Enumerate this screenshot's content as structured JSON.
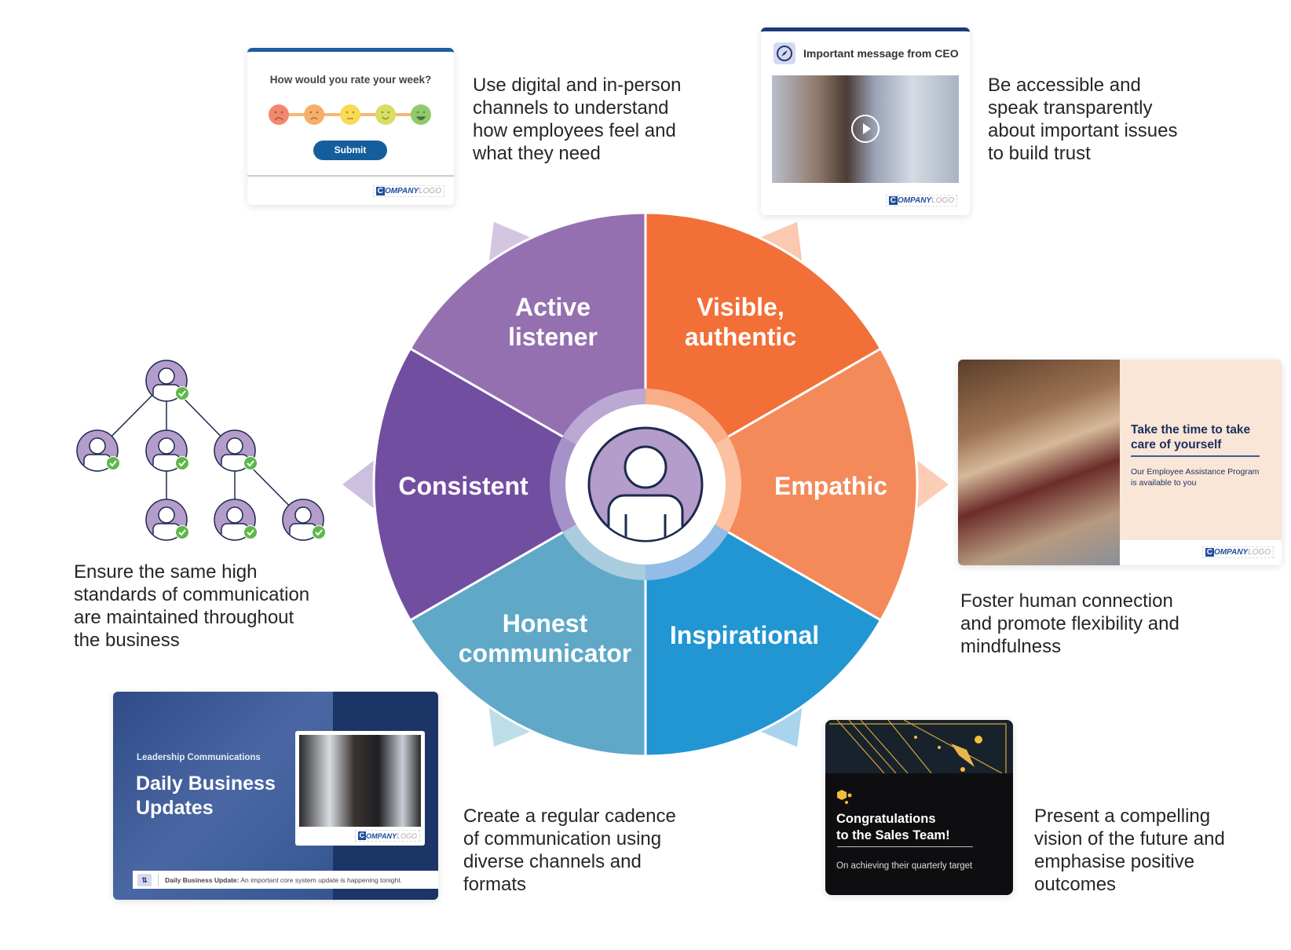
{
  "logo": {
    "part1": "C",
    "part2": "OMPANY",
    "part3": "LOGO"
  },
  "wheel": {
    "segments": [
      {
        "label": "Active\nlistener",
        "color": "#9470B1",
        "ring": "#BBA8D3",
        "pointer": "#D4C5E1"
      },
      {
        "label": "Visible,\nauthentic",
        "color": "#F26F38",
        "ring": "#F9AE87",
        "pointer": "#FBC8B0"
      },
      {
        "label": "Empathic",
        "color": "#F48A5A",
        "ring": "#FBC1A1",
        "pointer": "#FBCDB5"
      },
      {
        "label": "Inspirational",
        "color": "#2196D3",
        "ring": "#93BDE6",
        "pointer": "#A9D4EE"
      },
      {
        "label": "Honest\ncommunicator",
        "color": "#5FA8C8",
        "ring": "#A9CCDF",
        "pointer": "#BDDDE8"
      },
      {
        "label": "Consistent",
        "color": "#724EA0",
        "ring": "#A592C9",
        "pointer": "#CDBFDF"
      }
    ],
    "center_icon": "person-icon",
    "center_color": "#B49CCB",
    "outline_color": "#1B2A4E"
  },
  "descriptions": {
    "active_listener": "Use digital and in-person\nchannels to understand\nhow employees feel and\nwhat they need",
    "visible": "Be accessible and\nspeak transparently\nabout important issues\nto build trust",
    "consistent": "Ensure the same high\nstandards of communication\nare maintained throughout\nthe business",
    "empathic": "Foster human connection\nand promote flexibility and\nmindfulness",
    "honest": "Create a regular cadence\nof communication using\ndiverse channels and\nformats",
    "inspirational": "Present a compelling\nvision of the future and\nemphasise positive\noutcomes"
  },
  "survey_card": {
    "question": "How would you rate your week?",
    "ratings": [
      "very-sad-face-icon",
      "sad-face-icon",
      "neutral-face-icon",
      "smile-face-icon",
      "happy-face-icon"
    ],
    "rating_colors": [
      "#F3876E",
      "#F7AE68",
      "#F9DA55",
      "#D6DE63",
      "#8FCB6B"
    ],
    "submit_label": "Submit"
  },
  "ceo_card": {
    "icon": "compass-icon",
    "title": "Important message from CEO",
    "media_icon": "play-icon"
  },
  "wellbeing_card": {
    "title": "Take the time to take care of yourself",
    "subtitle": "Our Employee Assistance Program is available to you"
  },
  "banner_card": {
    "eyebrow": "Leadership Communications",
    "title": "Daily Business\nUpdates",
    "ticker_label": "Daily Business Update:",
    "ticker_text": " An important core system update is happening tonight."
  },
  "congrats_card": {
    "title": "Congratulations\nto the Sales Team!",
    "subtitle": "On achieving their quarterly target"
  },
  "org_chart": {
    "node_icon": "person-icon",
    "badge_icon": "check-circle-icon",
    "badge_color": "#5DB848"
  }
}
